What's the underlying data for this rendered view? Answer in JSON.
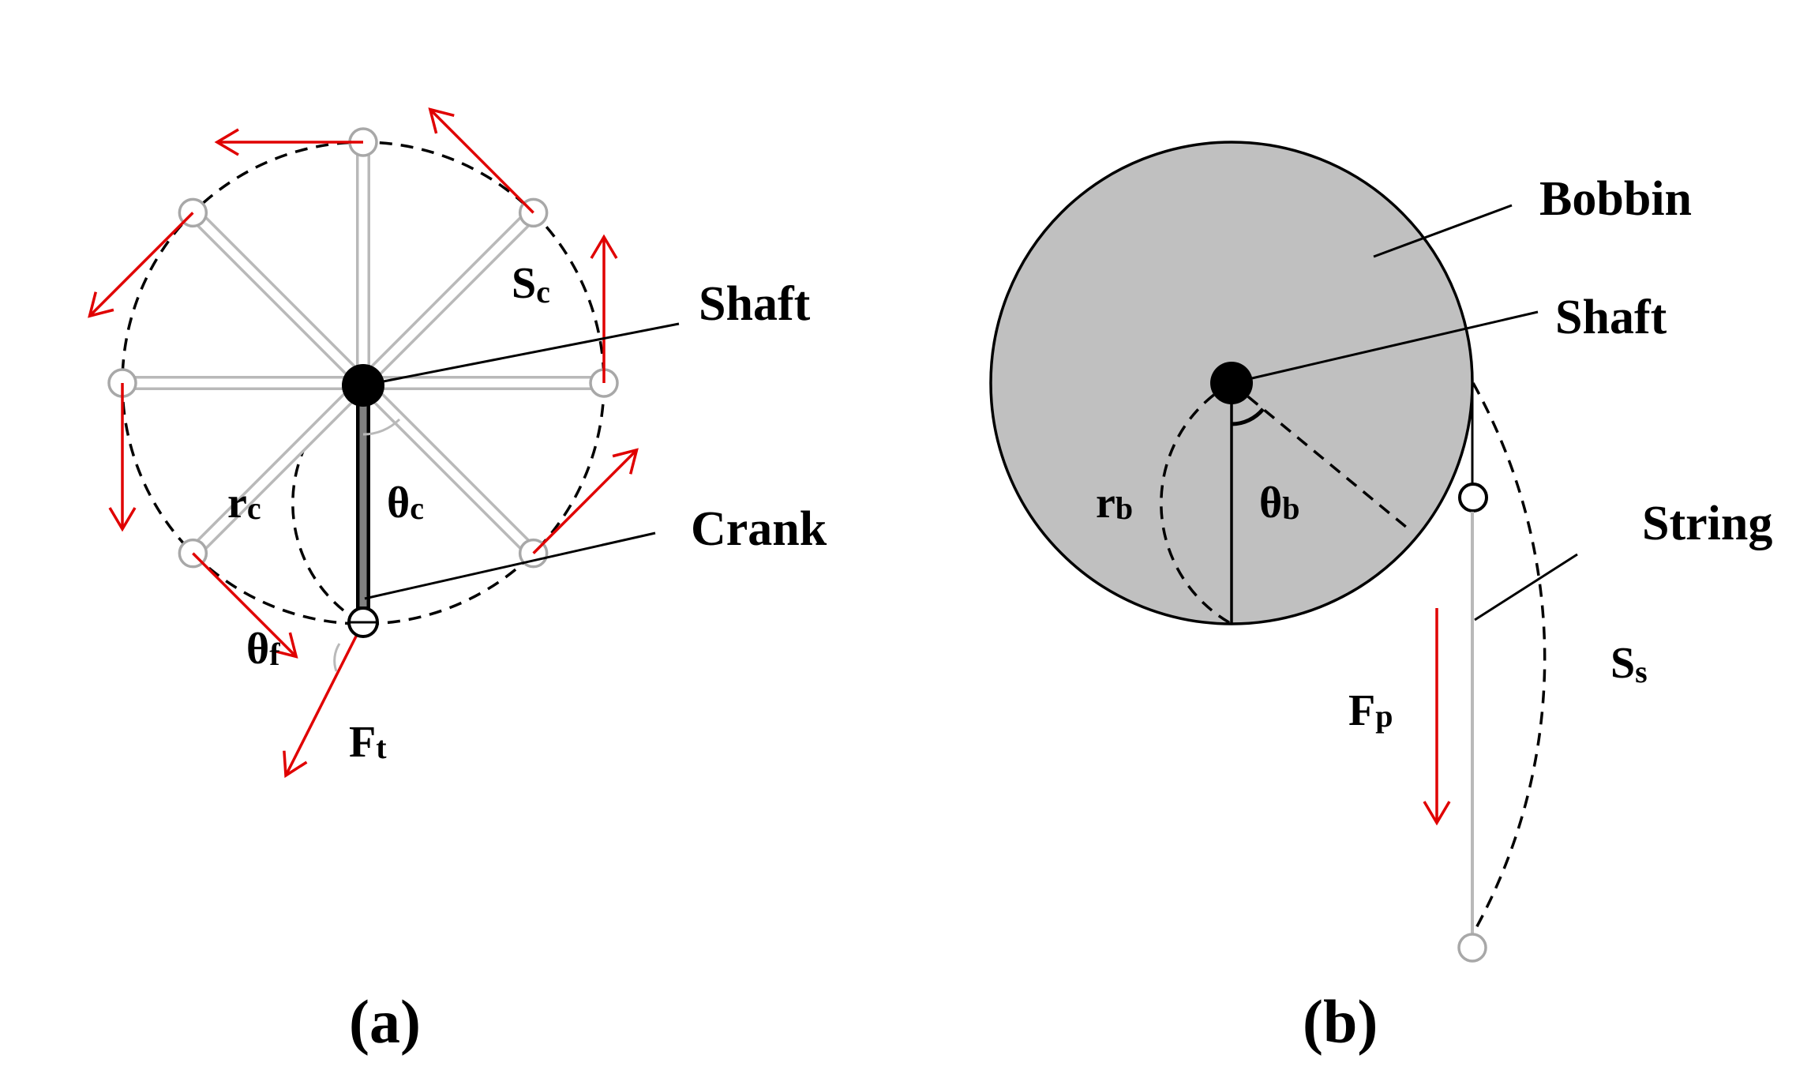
{
  "panel_a": {
    "caption": "(a)",
    "labels": {
      "shaft": "Shaft",
      "crank": "Crank",
      "arc_length": {
        "base": "S",
        "sub": "c"
      },
      "crank_radius": {
        "base": "r",
        "sub": "c"
      },
      "crank_angle": {
        "base": "θ",
        "sub": "c"
      },
      "force_angle": {
        "base": "θ",
        "sub": "f"
      },
      "tangential_force": {
        "base": "F",
        "sub": "t"
      }
    }
  },
  "panel_b": {
    "caption": "(b)",
    "labels": {
      "bobbin": "Bobbin",
      "shaft": "Shaft",
      "string": "String",
      "bobbin_radius": {
        "base": "r",
        "sub": "b"
      },
      "bobbin_angle": {
        "base": "θ",
        "sub": "b"
      },
      "string_length": {
        "base": "S",
        "sub": "s"
      },
      "pull_force": {
        "base": "F",
        "sub": "p"
      }
    }
  },
  "colors": {
    "force_arrow": "#e00000",
    "bobbin_fill": "#c0c0c0",
    "spoke": "#b9b9b9",
    "crank": "#808080"
  }
}
